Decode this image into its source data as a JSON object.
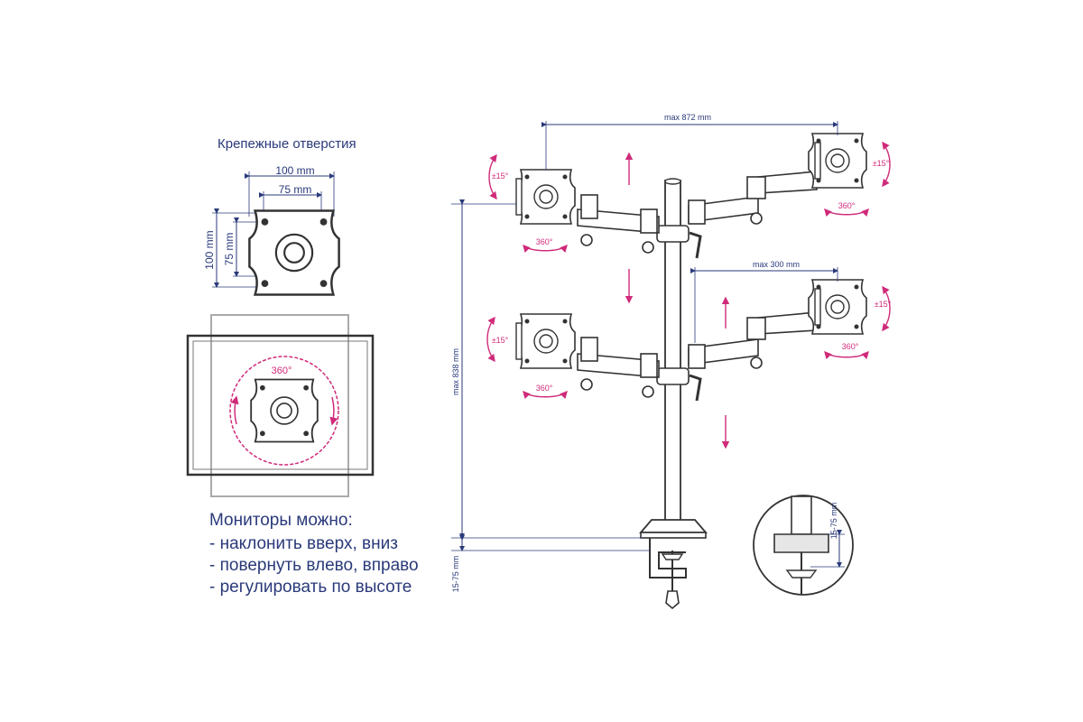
{
  "mounting": {
    "title": "Крепежные отверстия",
    "dim_100_h": "100 mm",
    "dim_75_h": "75 mm",
    "dim_100_v": "100 mm",
    "dim_75_v": "75 mm"
  },
  "rotation_demo": {
    "angle": "360°"
  },
  "notes": {
    "title": "Мониторы можно:",
    "lines": [
      "- наклонить вверх, вниз",
      "- повернуть влево, вправо",
      "- регулировать по высоте"
    ]
  },
  "stand": {
    "max_width": "max 872 mm",
    "arm_reach": "max 300 mm",
    "max_height": "max 838 mm",
    "clamp_range": "15-75 mm",
    "detail_clamp_range": "15-75 mm",
    "tilt": "±15°",
    "swivel": "360°"
  },
  "colors": {
    "dimension": "#2a3a7a",
    "motion": "#d02a7a",
    "drawing": "#333333"
  }
}
